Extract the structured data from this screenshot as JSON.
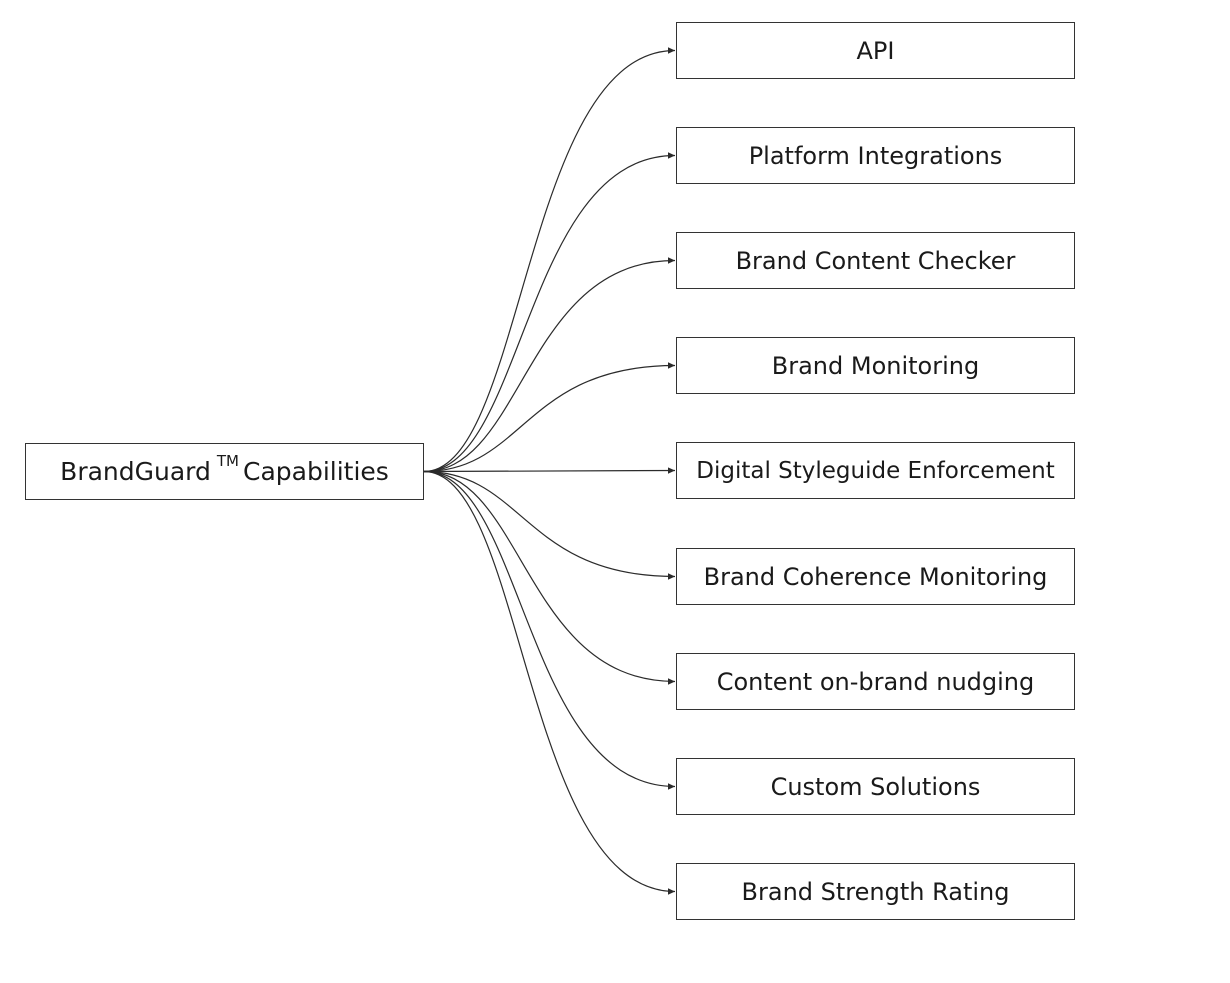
{
  "diagram": {
    "root": {
      "label": "BrandGuard",
      "superscript": "TM",
      "label_suffix": "Capabilities"
    },
    "children": [
      {
        "label": "API"
      },
      {
        "label": "Platform Integrations"
      },
      {
        "label": "Brand Content Checker"
      },
      {
        "label": "Brand Monitoring"
      },
      {
        "label": "Digital Styleguide Enforcement"
      },
      {
        "label": "Brand Coherence Monitoring"
      },
      {
        "label": "Content on-brand nudging"
      },
      {
        "label": "Custom Solutions"
      },
      {
        "label": "Brand Strength Rating"
      }
    ],
    "colors": {
      "line": "#2b2b2b",
      "border": "#333333",
      "background": "#ffffff"
    }
  }
}
